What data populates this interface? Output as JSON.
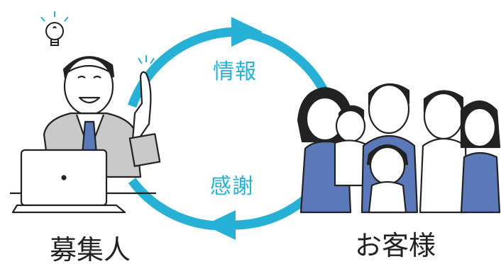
{
  "cycle": {
    "top_label": "情報",
    "bottom_label": "感謝",
    "arrow_color": "#27b1d6"
  },
  "roles": {
    "left": "募集人",
    "right": "お客様"
  },
  "illustration": {
    "left_figure": "recruiter-with-laptop-and-idea",
    "right_figure": "family-group",
    "accent_blue": "#5b78b8",
    "line_color": "#222222"
  }
}
